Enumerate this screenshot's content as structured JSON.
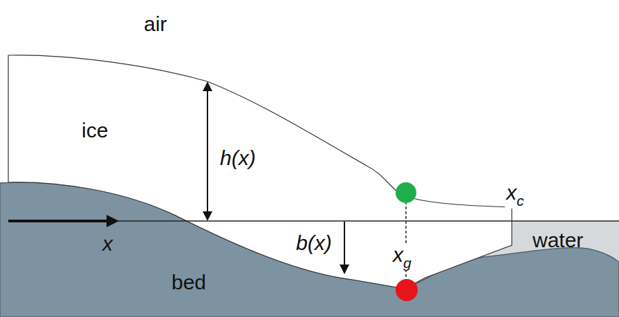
{
  "diagram": {
    "labels": [
      "air",
      "ice",
      "h(x)",
      "x",
      "b(x)",
      "xg",
      "xc",
      "bed",
      "water"
    ]
  }
}
